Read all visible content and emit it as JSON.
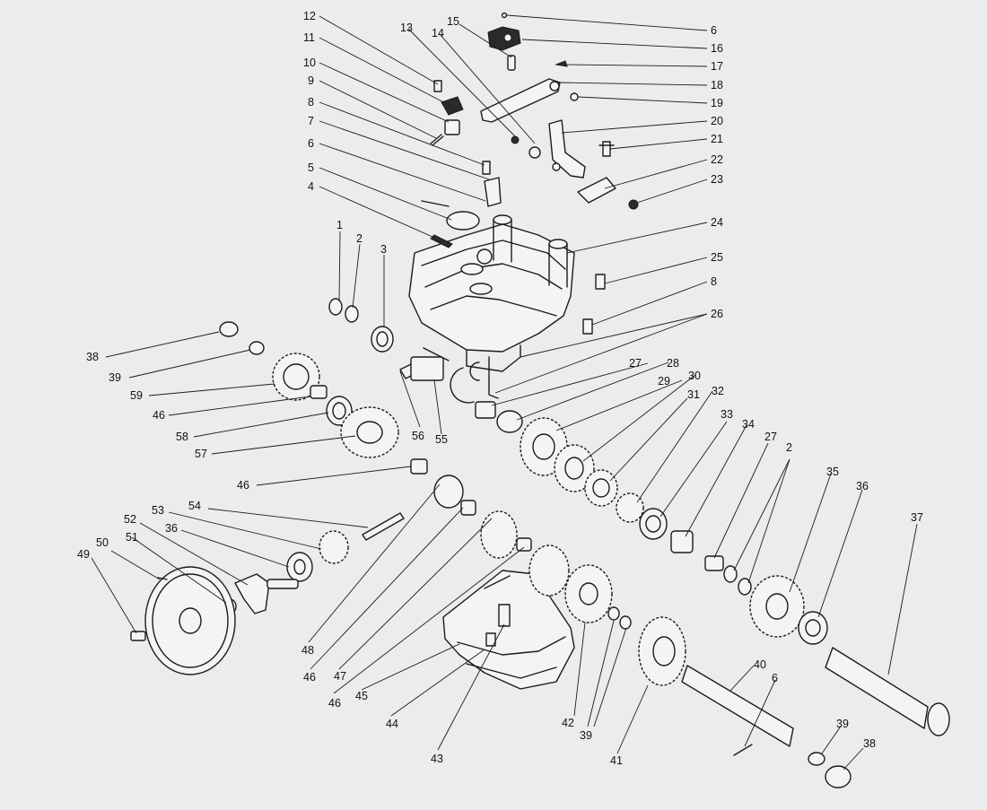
{
  "callouts": [
    {
      "id": "c1",
      "text": "1"
    },
    {
      "id": "c2",
      "text": "2"
    },
    {
      "id": "c3",
      "text": "3"
    },
    {
      "id": "c4",
      "text": "4"
    },
    {
      "id": "c5",
      "text": "5"
    },
    {
      "id": "c6a",
      "text": "6"
    },
    {
      "id": "c7",
      "text": "7"
    },
    {
      "id": "c8a",
      "text": "8"
    },
    {
      "id": "c9",
      "text": "9"
    },
    {
      "id": "c10",
      "text": "10"
    },
    {
      "id": "c11",
      "text": "11"
    },
    {
      "id": "c12",
      "text": "12"
    },
    {
      "id": "c13",
      "text": "13"
    },
    {
      "id": "c14",
      "text": "14"
    },
    {
      "id": "c15",
      "text": "15"
    },
    {
      "id": "c6b",
      "text": "6"
    },
    {
      "id": "c16",
      "text": "16"
    },
    {
      "id": "c17",
      "text": "17"
    },
    {
      "id": "c18",
      "text": "18"
    },
    {
      "id": "c19",
      "text": "19"
    },
    {
      "id": "c20",
      "text": "20"
    },
    {
      "id": "c21",
      "text": "21"
    },
    {
      "id": "c22",
      "text": "22"
    },
    {
      "id": "c23",
      "text": "23"
    },
    {
      "id": "c24",
      "text": "24"
    },
    {
      "id": "c25",
      "text": "25"
    },
    {
      "id": "c8b",
      "text": "8"
    },
    {
      "id": "c26",
      "text": "26"
    },
    {
      "id": "c27a",
      "text": "27"
    },
    {
      "id": "c28",
      "text": "28"
    },
    {
      "id": "c29",
      "text": "29"
    },
    {
      "id": "c30",
      "text": "30"
    },
    {
      "id": "c31",
      "text": "31"
    },
    {
      "id": "c32",
      "text": "32"
    },
    {
      "id": "c33",
      "text": "33"
    },
    {
      "id": "c34",
      "text": "34"
    },
    {
      "id": "c27b",
      "text": "27"
    },
    {
      "id": "c2b",
      "text": "2"
    },
    {
      "id": "c35",
      "text": "35"
    },
    {
      "id": "c36a",
      "text": "36"
    },
    {
      "id": "c37",
      "text": "37"
    },
    {
      "id": "c38a",
      "text": "38"
    },
    {
      "id": "c39a",
      "text": "39"
    },
    {
      "id": "c59",
      "text": "59"
    },
    {
      "id": "c46a",
      "text": "46"
    },
    {
      "id": "c58",
      "text": "58"
    },
    {
      "id": "c57",
      "text": "57"
    },
    {
      "id": "c56",
      "text": "56"
    },
    {
      "id": "c55",
      "text": "55"
    },
    {
      "id": "c46b",
      "text": "46"
    },
    {
      "id": "c54",
      "text": "54"
    },
    {
      "id": "c53",
      "text": "53"
    },
    {
      "id": "c36b",
      "text": "36"
    },
    {
      "id": "c52",
      "text": "52"
    },
    {
      "id": "c51",
      "text": "51"
    },
    {
      "id": "c50",
      "text": "50"
    },
    {
      "id": "c49",
      "text": "49"
    },
    {
      "id": "c48",
      "text": "48"
    },
    {
      "id": "c46c",
      "text": "46"
    },
    {
      "id": "c47",
      "text": "47"
    },
    {
      "id": "c46d",
      "text": "46"
    },
    {
      "id": "c45",
      "text": "45"
    },
    {
      "id": "c44",
      "text": "44"
    },
    {
      "id": "c43",
      "text": "43"
    },
    {
      "id": "c42",
      "text": "42"
    },
    {
      "id": "c39b",
      "text": "39"
    },
    {
      "id": "c41",
      "text": "41"
    },
    {
      "id": "c40",
      "text": "40"
    },
    {
      "id": "c6c",
      "text": "6"
    },
    {
      "id": "c39c",
      "text": "39"
    },
    {
      "id": "c38b",
      "text": "38"
    }
  ]
}
